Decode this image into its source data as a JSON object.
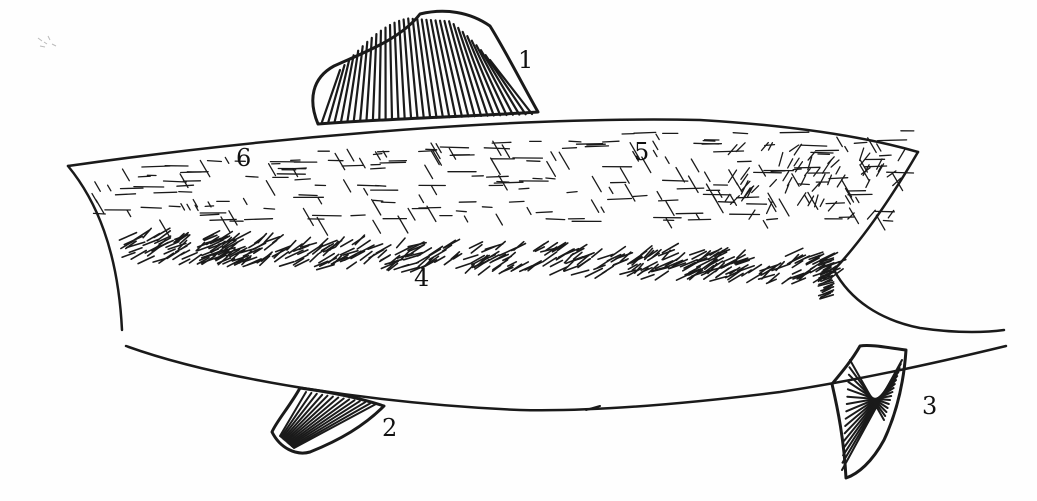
{
  "labels": {
    "one": "1",
    "two": "2",
    "three": "3",
    "four": "4",
    "five": "5",
    "six": "6"
  },
  "colors": {
    "ink": "#1a1a1a",
    "paper": "#fefefe"
  }
}
